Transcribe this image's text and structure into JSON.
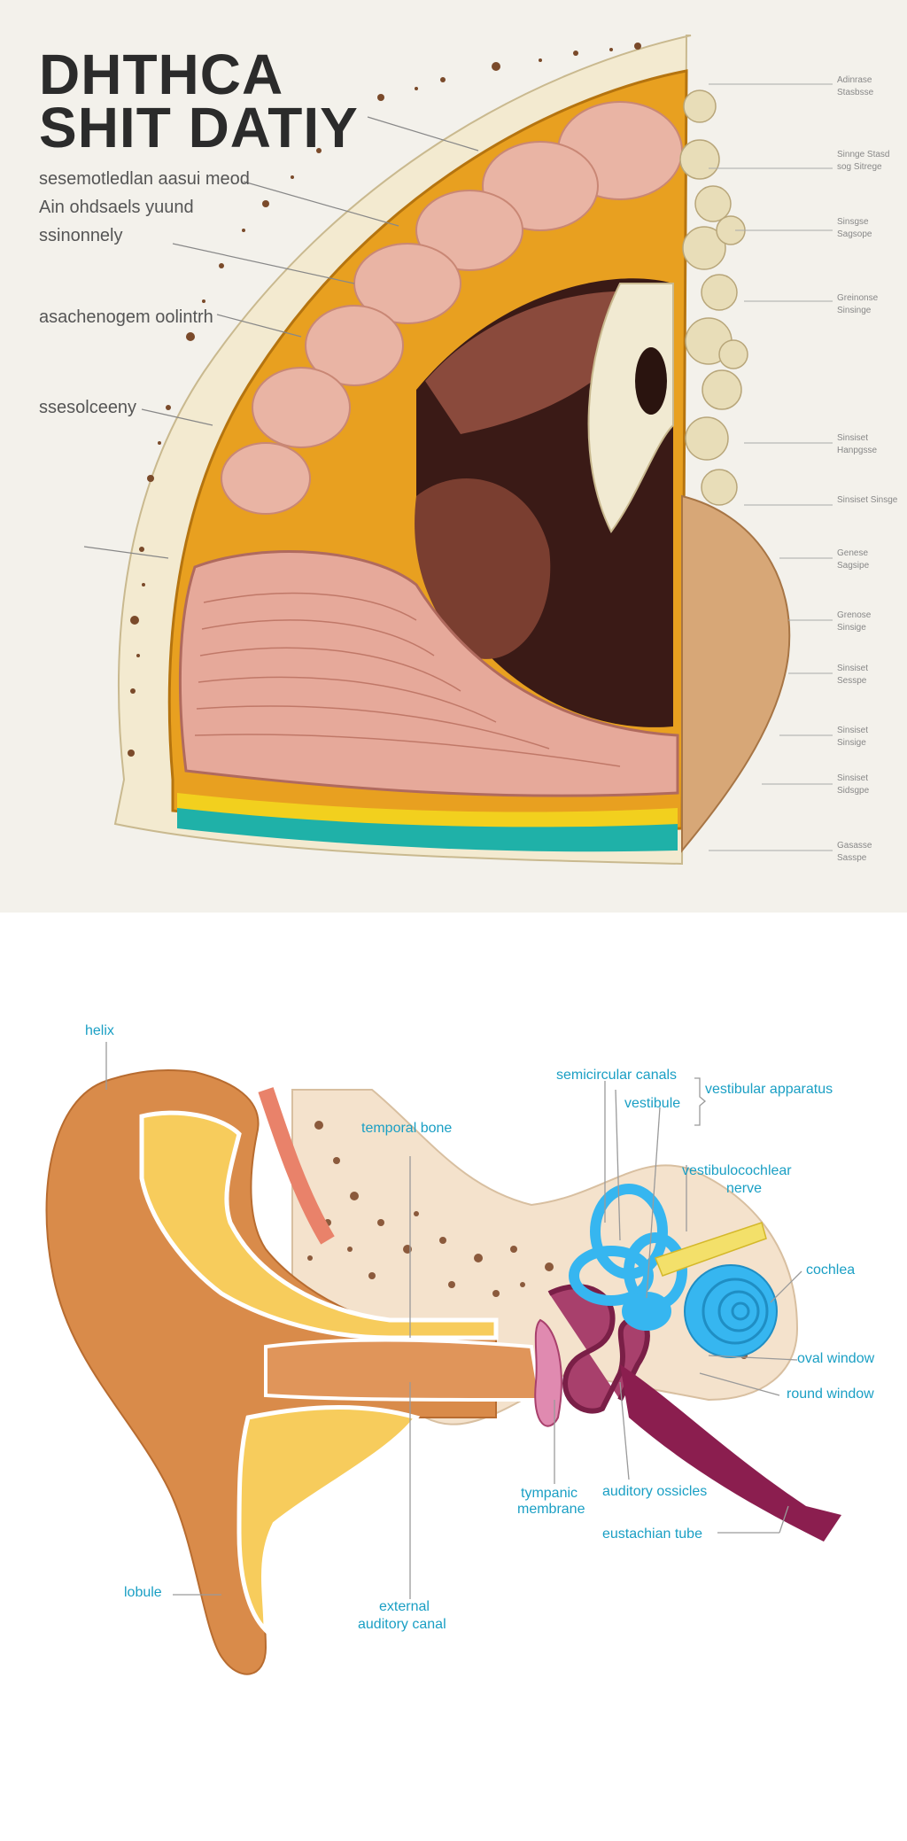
{
  "top_figure": {
    "title_line1": "DHTHCA",
    "title_line2": "SHIT DATIY",
    "labels": [
      "sesemotledlan aasui meod",
      "Ain ohdsaels yuund",
      "ssinonnely",
      "asachenogem oolintrh",
      "ssesolceeny"
    ],
    "side_labels": [
      "Adinrase Stasbsse",
      "Sinnge Stasd sog Sitrege",
      "Sinsgse Sagsope",
      "Greinonse Sinsinge",
      "Sinsiset Hanpgsse",
      "Sinsiset Sinsge",
      "Genese Sagsipe",
      "Grenose Sinsige",
      "Sinsiset Sesspe",
      "Sinsiset Sinsige",
      "Sinsiset Sidsgpe",
      "Gasasse Sasspe"
    ],
    "colors": {
      "background": "#f3f1eb",
      "bone": "#f3ead0",
      "fat_layer": "#e8a020",
      "tissue": "#e9b4a4",
      "teal": "#1fb1a8"
    }
  },
  "ear_diagram": {
    "labels": {
      "helix": "helix",
      "temporal_bone": "temporal bone",
      "semicircular_canals": "semicircular canals",
      "vestibule": "vestibule",
      "vestibular_apparatus": "vestibular apparatus",
      "vestibulocochlear_nerve_1": "vestibulocochlear",
      "vestibulocochlear_nerve_2": "nerve",
      "cochlea": "cochlea",
      "oval_window": "oval window",
      "round_window": "round window",
      "tympanic_membrane_1": "tympanic",
      "tympanic_membrane_2": "membrane",
      "auditory_ossicles": "auditory ossicles",
      "eustachian_tube": "eustachian tube",
      "lobule": "lobule",
      "external_auditory_canal_1": "external",
      "external_auditory_canal_2": "auditory canal"
    },
    "colors": {
      "label": "#1a9fc4",
      "outer_ear": "#d98b4a",
      "inner_skin": "#f7cc5c",
      "bone": "#f4e2cc",
      "inner_ear": "#36b6f0",
      "ossicles": "#8b1e4f",
      "tympanic": "#e08ab0"
    }
  }
}
